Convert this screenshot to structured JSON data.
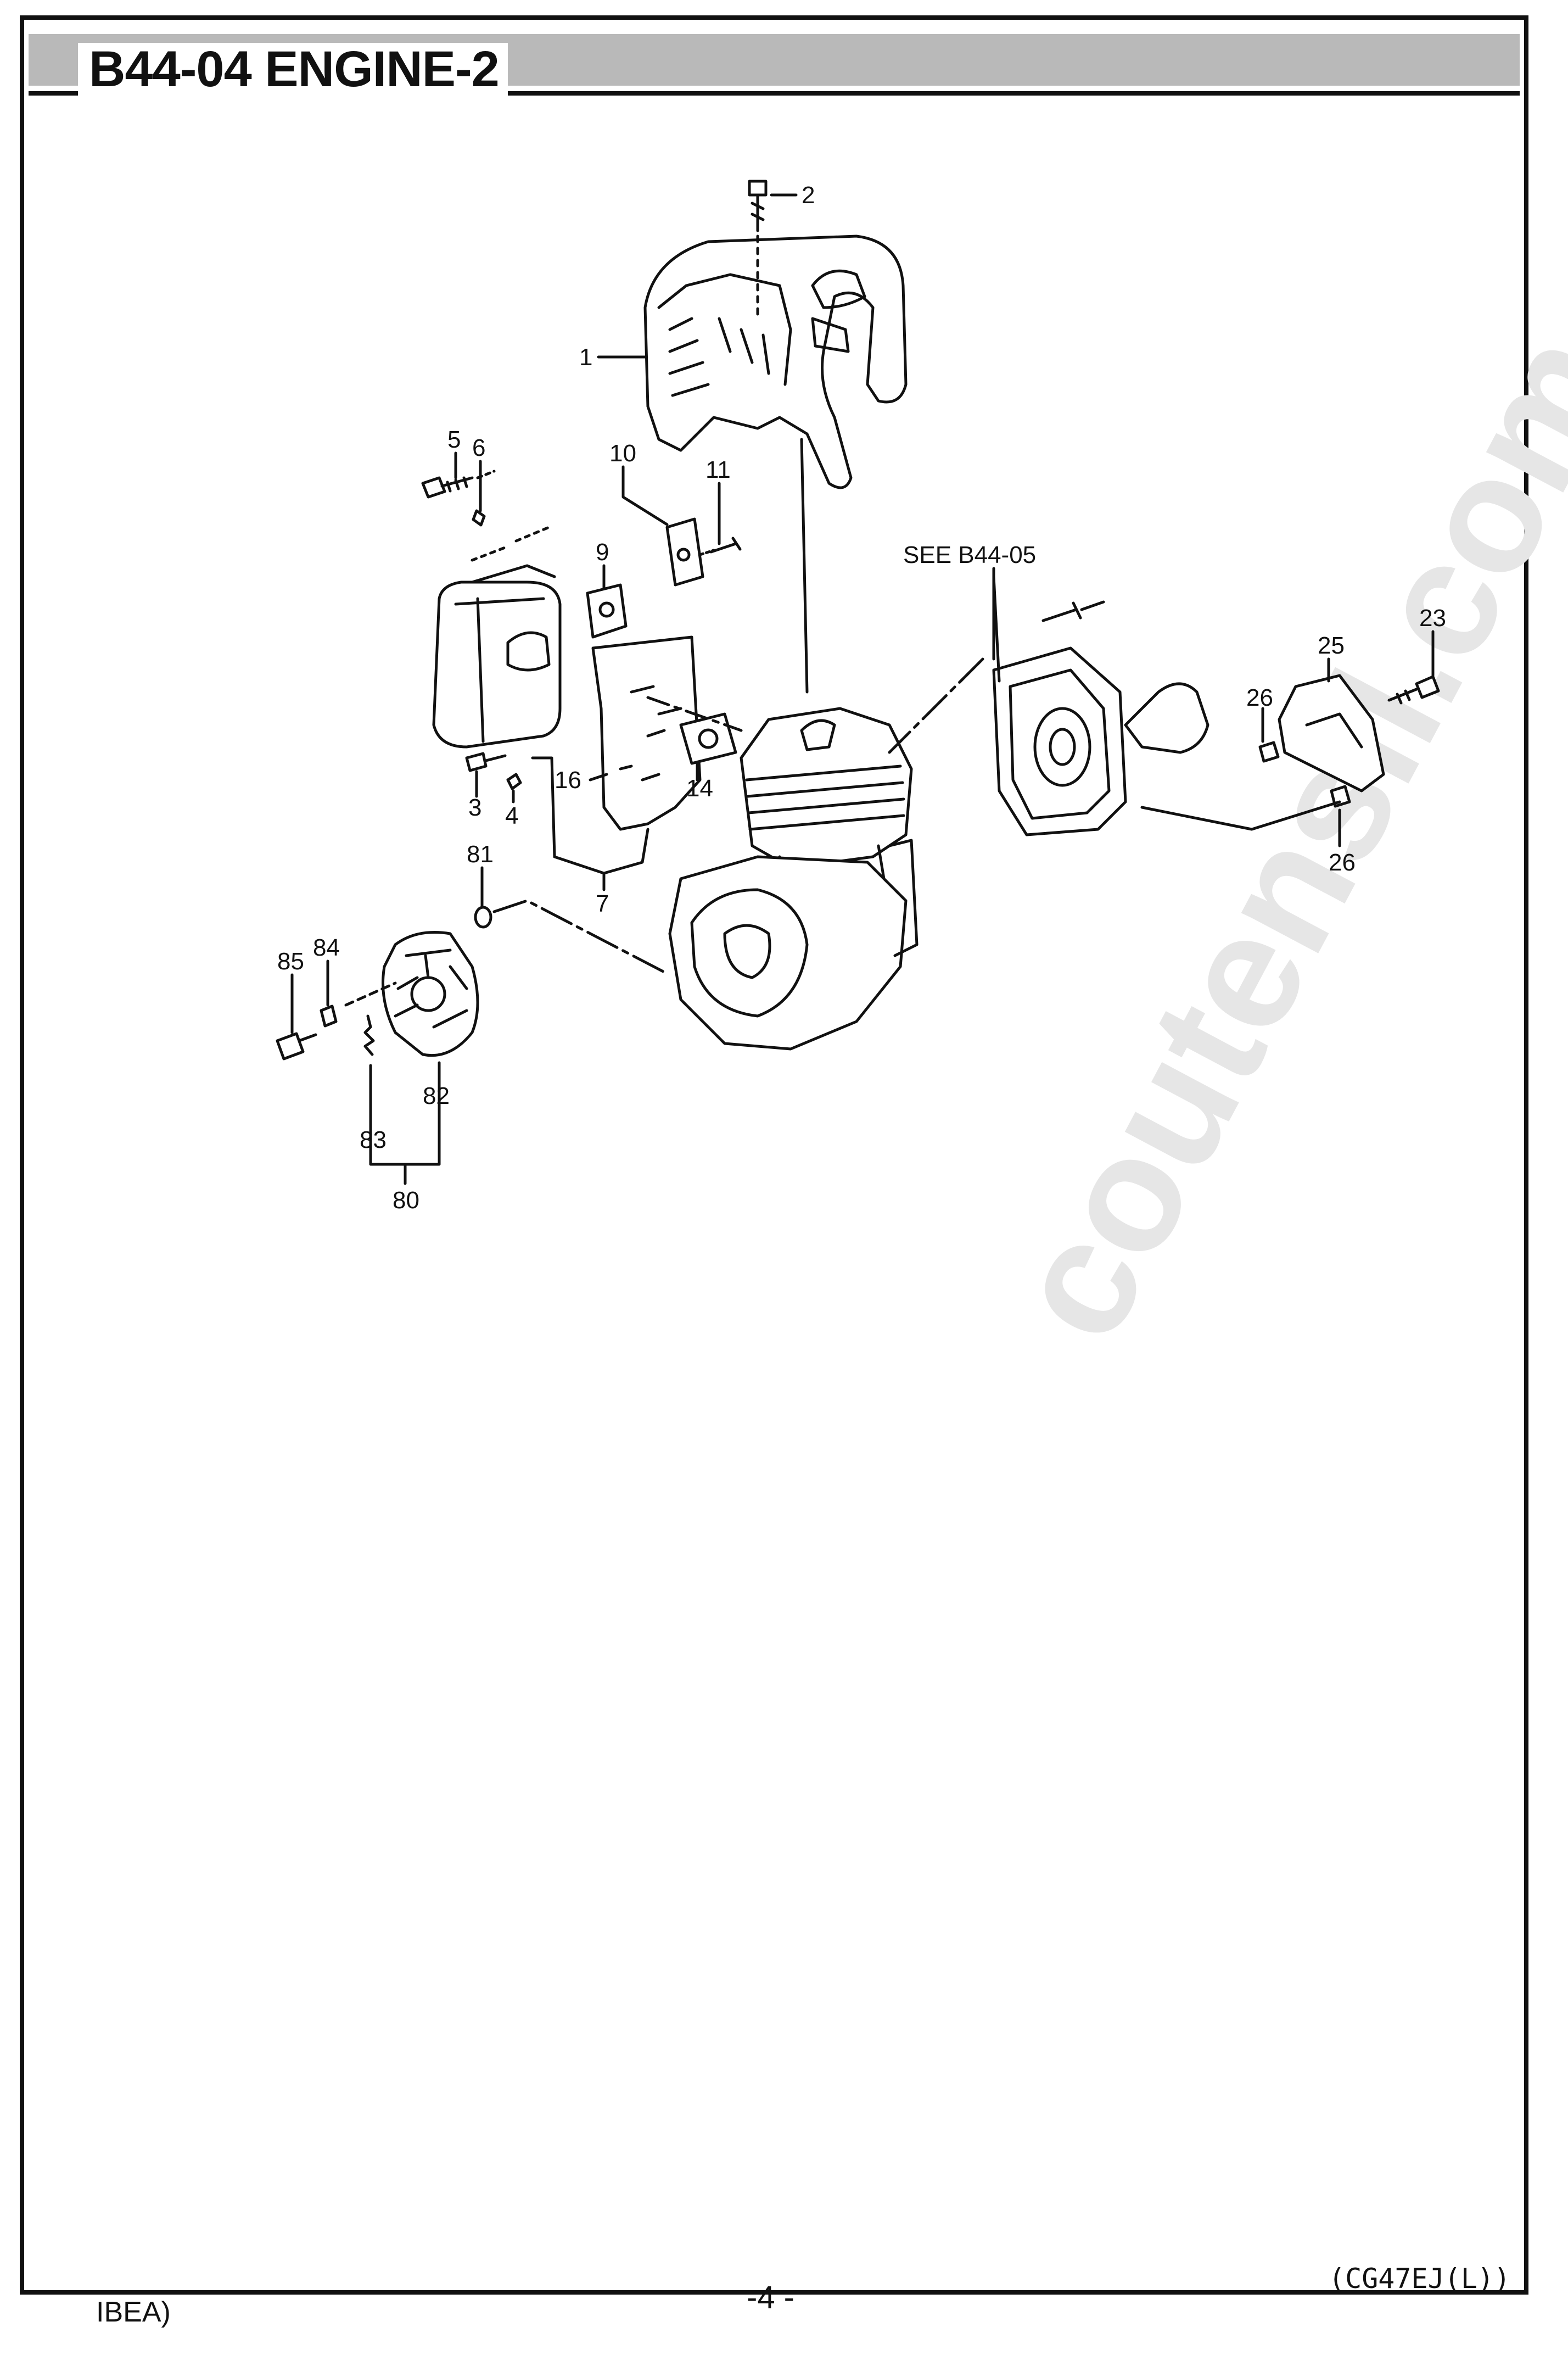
{
  "header": {
    "title": "B44-04 ENGINE-2"
  },
  "callouts": {
    "c1": "1",
    "c2": "2",
    "c3": "3",
    "c4": "4",
    "c5": "5",
    "c6": "6",
    "c7": "7",
    "c9": "9",
    "c10": "10",
    "c11": "11",
    "c14": "14",
    "c16": "16",
    "c23": "23",
    "c25": "25",
    "c26a": "26",
    "c26b": "26",
    "c80": "80",
    "c81": "81",
    "c82": "82",
    "c83": "83",
    "c84": "84",
    "c85": "85",
    "see_ref": "SEE B44-05"
  },
  "watermark": "coutensil.com",
  "footer": {
    "left": "IBEA)",
    "center": "-4 -",
    "right": "(CG47EJ(L))"
  },
  "colors": {
    "ink": "#111111",
    "title_band": "#b9b9b9",
    "watermark": "#e6e6e6"
  }
}
